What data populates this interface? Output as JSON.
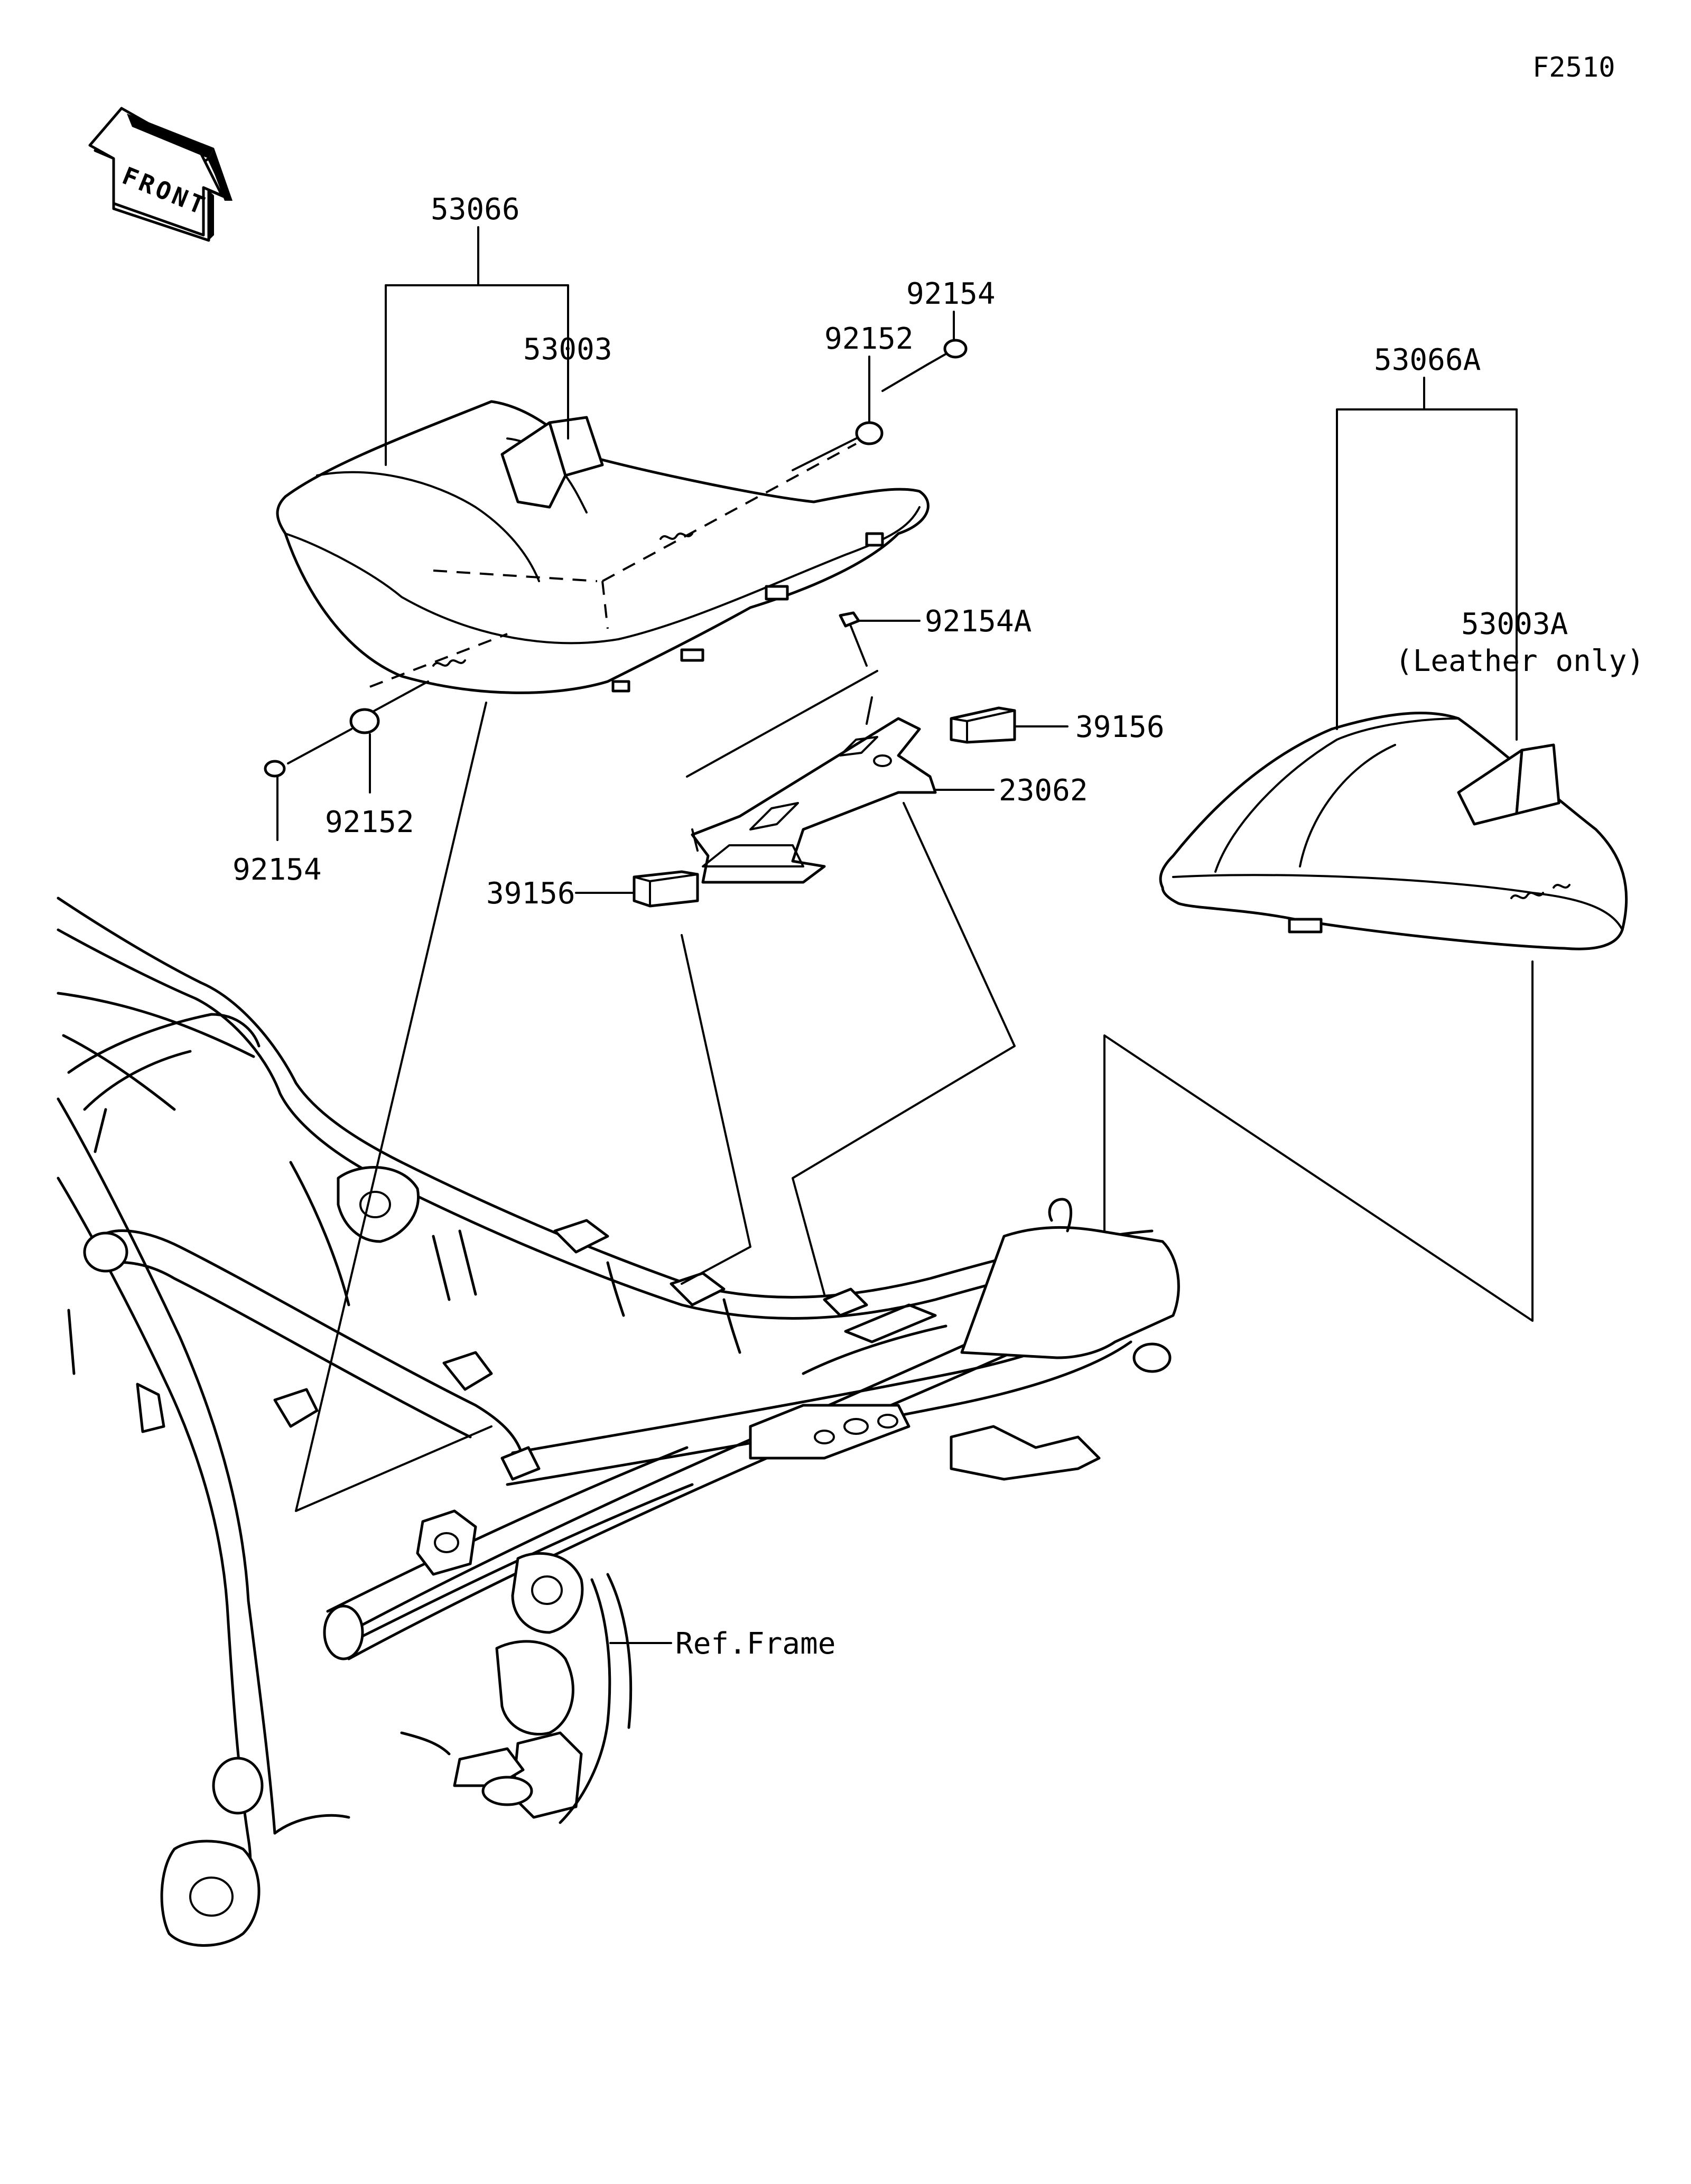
{
  "figure_code": "F2510",
  "front_label": "FRONT",
  "callouts": {
    "seat_assy_main": "53066",
    "seat_cover_main": "53003",
    "bolt_top": "92154",
    "collar_top": "92152",
    "bolt_left": "92154",
    "collar_left": "92152",
    "bolt_bracket": "92154A",
    "damper_right": "39156",
    "damper_left": "39156",
    "bracket": "23062",
    "seat_assy_alt": "53066A",
    "seat_cover_alt": "53003A",
    "seat_cover_alt_note": "(Leather only)",
    "frame_ref": "Ref.Frame"
  },
  "icons": {
    "front_arrow": "front-arrow-icon"
  }
}
